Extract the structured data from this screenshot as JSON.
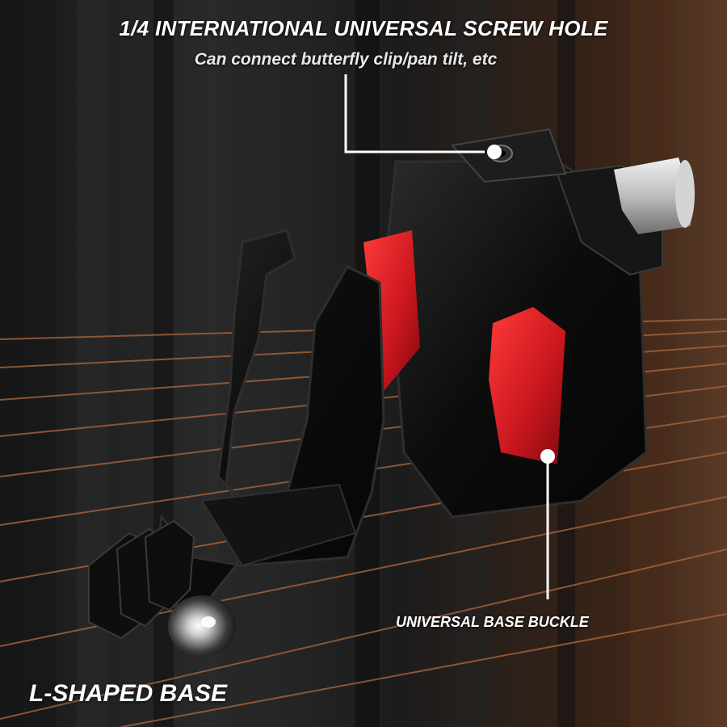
{
  "annotations": {
    "screw_hole_title": "1/4 INTERNATIONAL UNIVERSAL SCREW HOLE",
    "screw_hole_subtitle": "Can connect butterfly clip/pan tilt, etc",
    "base_buckle": "UNIVERSAL BASE BUCKLE",
    "l_base": "L-SHAPED BASE"
  },
  "colors": {
    "accent_red": "#c8161d",
    "body_black": "#0b0b0b",
    "rail_copper": "#a0603a",
    "callout_line": "#ffffff"
  }
}
